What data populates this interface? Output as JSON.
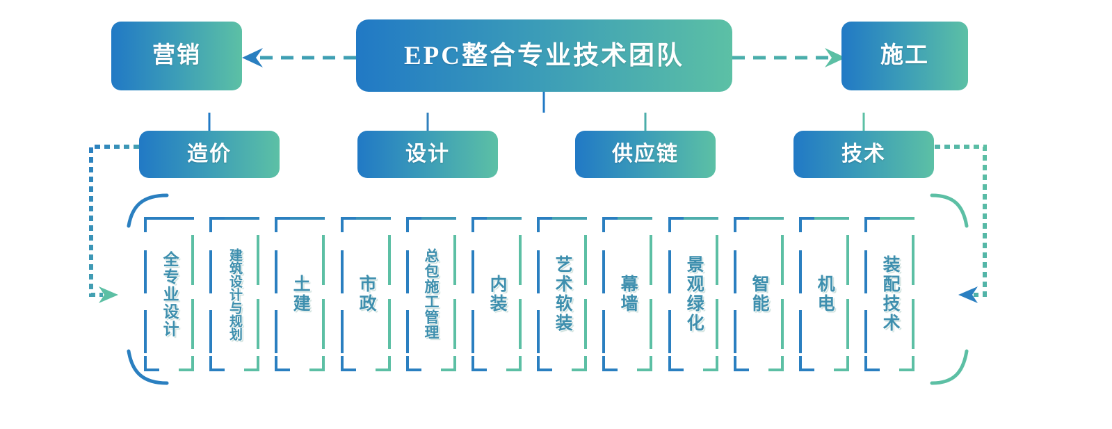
{
  "diagram": {
    "title": "EPC整合专业技术团队",
    "type": "org-chart",
    "colors": {
      "gradient_start": "#2179c5",
      "gradient_mid": "#3fa1b4",
      "gradient_end": "#5cc0a5",
      "box_text": "#ffffff",
      "leaf_text": "#3e8fae",
      "line_blue": "#2a7fc0",
      "line_green": "#5cbfa4",
      "background": "#ffffff"
    }
  },
  "root": {
    "label": "EPC整合专业技术团队"
  },
  "side_nodes": [
    {
      "id": "marketing",
      "label": "营销",
      "side": "left",
      "arrow": "left-arrow-icon"
    },
    {
      "id": "construction",
      "label": "施工",
      "side": "right",
      "arrow": "right-arrow-icon"
    }
  ],
  "branches": [
    {
      "id": "cost",
      "label": "造价"
    },
    {
      "id": "design",
      "label": "设计"
    },
    {
      "id": "supplychain",
      "label": "供应链"
    },
    {
      "id": "technology",
      "label": "技术"
    }
  ],
  "leaves": [
    {
      "id": "leaf-1",
      "label": "全专业设计"
    },
    {
      "id": "leaf-2",
      "label": "建筑设计与规划"
    },
    {
      "id": "leaf-3",
      "label": "土建"
    },
    {
      "id": "leaf-4",
      "label": "市政"
    },
    {
      "id": "leaf-5",
      "label": "总包施工管理"
    },
    {
      "id": "leaf-6",
      "label": "内装"
    },
    {
      "id": "leaf-7",
      "label": "艺术软装"
    },
    {
      "id": "leaf-8",
      "label": "幕墙"
    },
    {
      "id": "leaf-9",
      "label": "景观绿化"
    },
    {
      "id": "leaf-10",
      "label": "智能"
    },
    {
      "id": "leaf-11",
      "label": "机电"
    },
    {
      "id": "leaf-12",
      "label": "装配技术"
    }
  ]
}
